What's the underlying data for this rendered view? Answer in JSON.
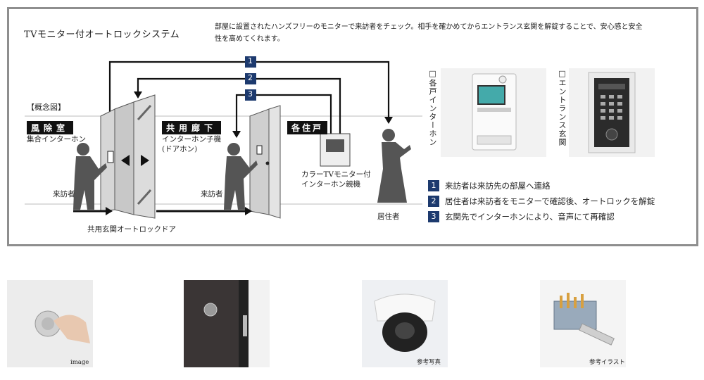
{
  "title": "TVモニター付オートロックシステム",
  "description": "部屋に設置されたハンズフリーのモニターで来訪者をチェック。相手を確かめてからエントランス玄関を解錠することで、安心感と安全性を高めてくれます。",
  "concept_label": "【概念図】",
  "zones": {
    "windbreak": "風除室",
    "windbreak_sub": "集合インターホン",
    "corridor": "共用廊下",
    "corridor_sub1": "インターホン子機",
    "corridor_sub2": "(ドアホン)",
    "dwelling": "各住戸"
  },
  "labels": {
    "visitor1": "来訪者",
    "visitor2": "来訪者",
    "resident": "居住者",
    "monitor_line1": "カラーTVモニター付",
    "monitor_line2": "インターホン親機",
    "autolock_door": "共用玄関オートロックドア"
  },
  "step_markers": [
    "1",
    "2",
    "3"
  ],
  "photo_labels": {
    "unit_intercom": "各戸インターホン",
    "entrance": "エントランス玄関"
  },
  "legend": [
    {
      "num": "1",
      "text": "来訪者は来訪先の部屋へ連絡"
    },
    {
      "num": "2",
      "text": "居住者は来訪者をモニターで確認後、オートロックを解錠"
    },
    {
      "num": "3",
      "text": "玄関先でインターホンにより、音声にて再確認"
    }
  ],
  "thumbnails": [
    {
      "caption": "image"
    },
    {
      "caption": ""
    },
    {
      "caption": "参考写真"
    },
    {
      "caption": "参考イラスト"
    }
  ],
  "colors": {
    "accent": "#1d3a6e",
    "frame": "#8e8e8e"
  }
}
